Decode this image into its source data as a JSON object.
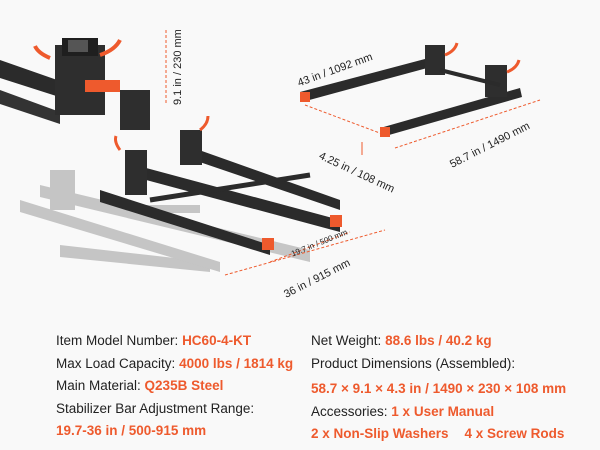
{
  "dimensions": {
    "bracket_height": "9.1 in / 230 mm",
    "fork_width": "43 in / 1092 mm",
    "fork_thickness": "4.25 in / 108 mm",
    "fork_length": "58.7 in / 1490 mm",
    "stabilizer_min": "19.7 in / 500 mm",
    "stabilizer_max": "36 in / 915 mm"
  },
  "specs": {
    "model_label": "Item Model Number:",
    "model_value": "HC60-4-KT",
    "load_label": "Max Load Capacity:",
    "load_value": "4000 lbs / 1814 kg",
    "material_label": "Main Material:",
    "material_value": "Q235B Steel",
    "range_label": "Stabilizer Bar Adjustment Range:",
    "range_value": "19.7-36 in / 500-915 mm",
    "weight_label": "Net Weight:",
    "weight_value": "88.6 lbs / 40.2 kg",
    "dims_label": "Product Dimensions (Assembled):",
    "dims_value": "58.7 × 9.1 × 4.3 in / 1490 × 230 × 108 mm",
    "accessories_label": "Accessories:",
    "accessory_1": "1 x User Manual",
    "accessory_2": "2 x Non-Slip Washers",
    "accessory_3": "4 x Screw Rods"
  },
  "colors": {
    "accent": "#ee5a2d",
    "steel": "#2b2b2b"
  }
}
